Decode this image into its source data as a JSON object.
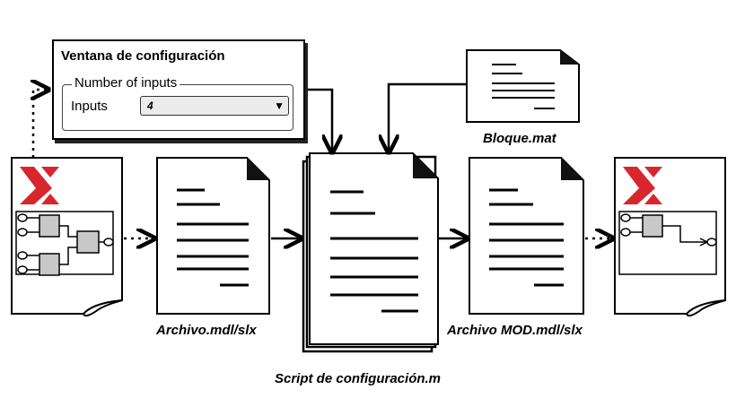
{
  "config_window": {
    "title": "Ventana de configuración",
    "group_label": "Number of inputs",
    "field_label": "Inputs",
    "field_value": "4"
  },
  "captions": {
    "bloque": "Bloque.mat",
    "archivo_original": "Archivo.mdl/slx",
    "archivo_modificado": "Archivo MOD.mdl/slx",
    "script": "Script de configuración.m"
  },
  "icons": {
    "logo": "xilinx-logo-icon",
    "select_arrow": "▼"
  },
  "colors": {
    "stroke": "#000000",
    "logo_red": "#d8262e",
    "block_fill": "#c8c8c8"
  }
}
